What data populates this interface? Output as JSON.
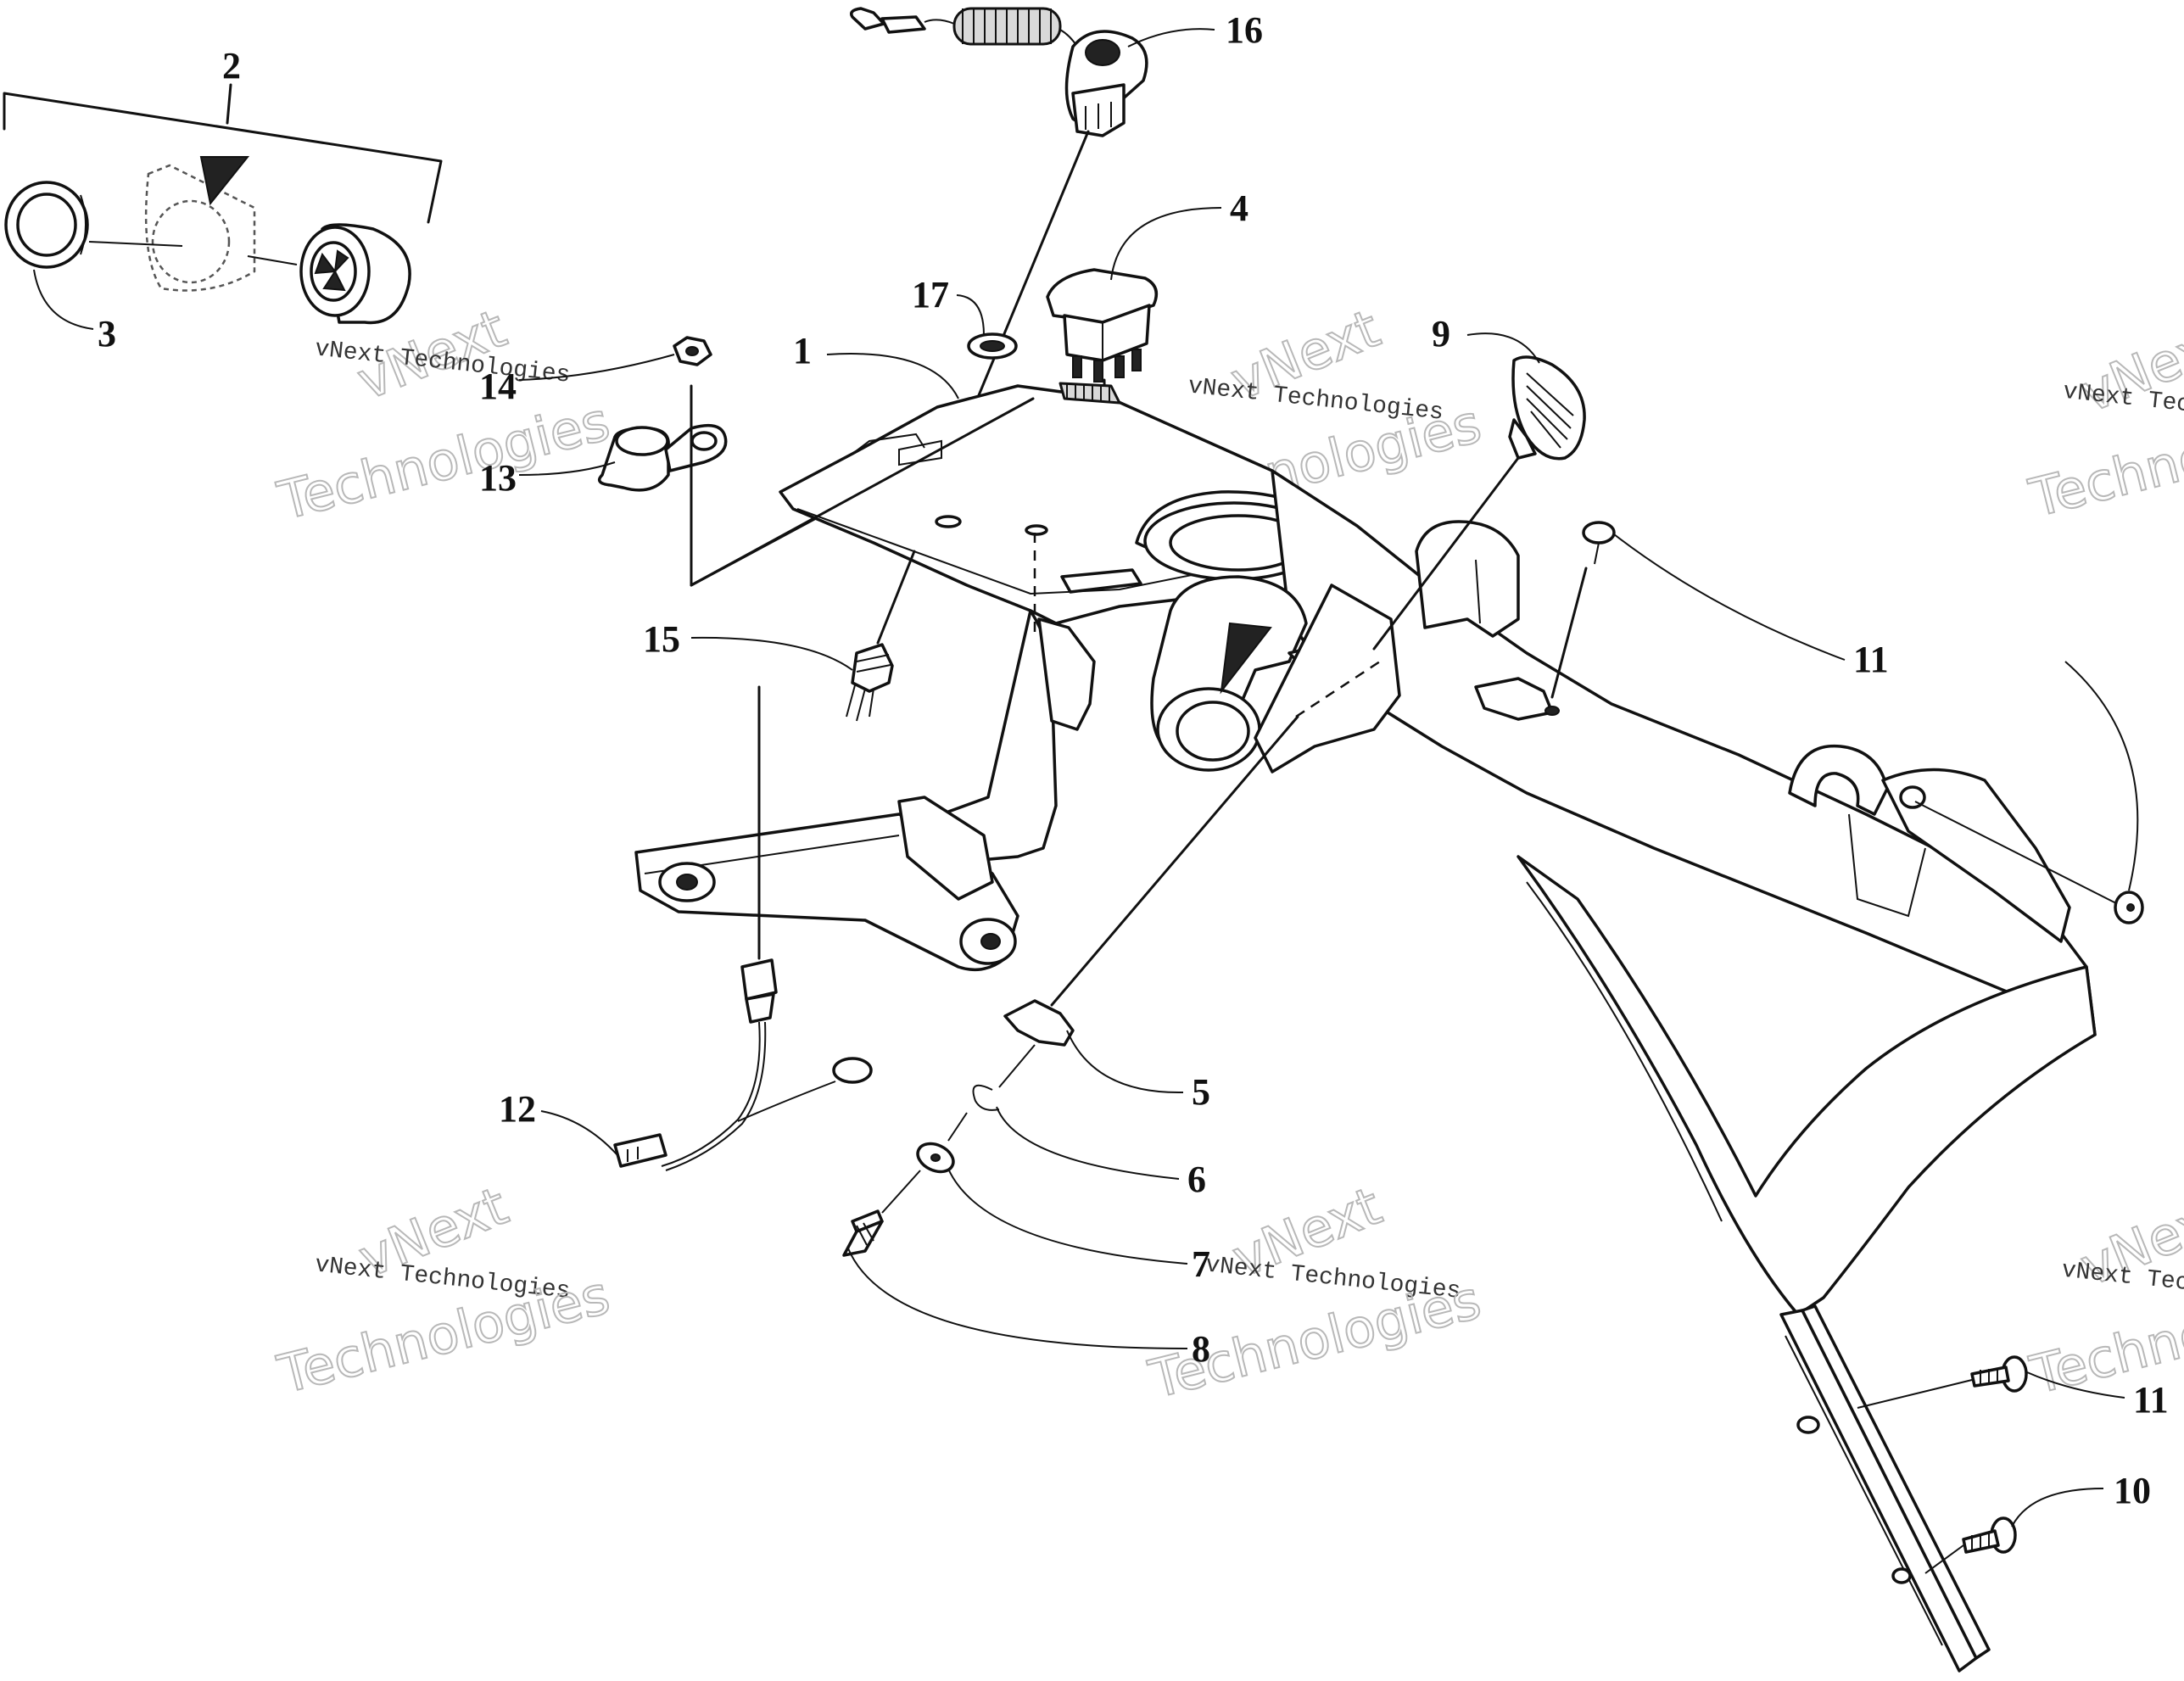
{
  "callouts": [
    {
      "id": "2",
      "label": "2"
    },
    {
      "id": "3",
      "label": "3"
    },
    {
      "id": "16",
      "label": "16"
    },
    {
      "id": "4",
      "label": "4"
    },
    {
      "id": "17",
      "label": "17"
    },
    {
      "id": "1",
      "label": "1"
    },
    {
      "id": "9",
      "label": "9"
    },
    {
      "id": "14",
      "label": "14"
    },
    {
      "id": "13",
      "label": "13"
    },
    {
      "id": "15",
      "label": "15"
    },
    {
      "id": "11a",
      "label": "11"
    },
    {
      "id": "12",
      "label": "12"
    },
    {
      "id": "5",
      "label": "5"
    },
    {
      "id": "6",
      "label": "6"
    },
    {
      "id": "7",
      "label": "7"
    },
    {
      "id": "8",
      "label": "8"
    },
    {
      "id": "11b",
      "label": "11"
    },
    {
      "id": "10",
      "label": "10"
    }
  ],
  "watermark": {
    "brand": "vNext",
    "company": "vNext Technologies",
    "word": "Technologies"
  }
}
